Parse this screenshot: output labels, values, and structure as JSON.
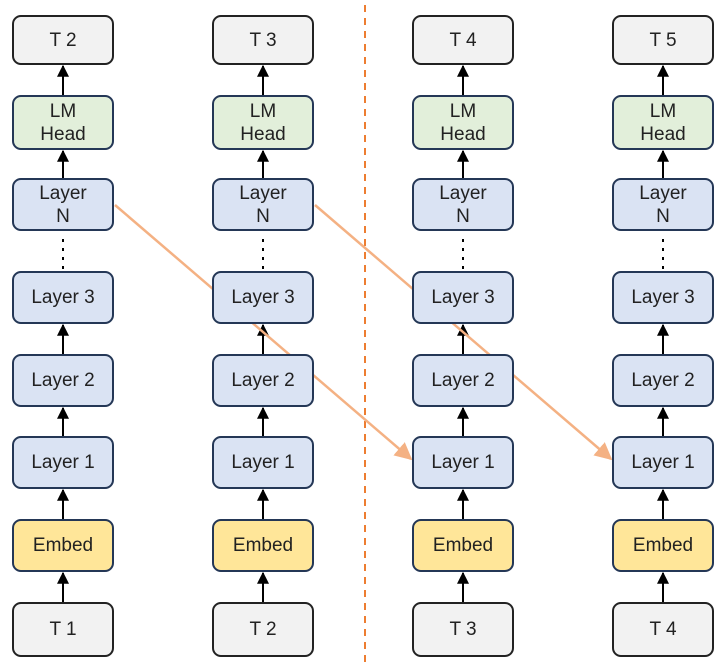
{
  "columns": [
    {
      "output_token": "T 2",
      "head_label": "LM\nHead",
      "layer_n_label": "Layer\nN",
      "layer_labels": [
        "Layer 3",
        "Layer 2",
        "Layer 1"
      ],
      "embed_label": "Embed",
      "input_token": "T 1"
    },
    {
      "output_token": "T 3",
      "head_label": "LM\nHead",
      "layer_n_label": "Layer\nN",
      "layer_labels": [
        "Layer 3",
        "Layer 2",
        "Layer 1"
      ],
      "embed_label": "Embed",
      "input_token": "T 2"
    },
    {
      "output_token": "T 4",
      "head_label": "LM\nHead",
      "layer_n_label": "Layer\nN",
      "layer_labels": [
        "Layer 3",
        "Layer 2",
        "Layer 1"
      ],
      "embed_label": "Embed",
      "input_token": "T 3"
    },
    {
      "output_token": "T 5",
      "head_label": "LM\nHead",
      "layer_n_label": "Layer\nN",
      "layer_labels": [
        "Layer 3",
        "Layer 2",
        "Layer 1"
      ],
      "embed_label": "Embed",
      "input_token": "T 4"
    }
  ],
  "colors": {
    "border": "#243756",
    "token_fill": "#f2f2f2",
    "head_fill": "#e2efda",
    "layer_fill": "#dae3f3",
    "embed_fill": "#ffe699",
    "connector": "#f4b183",
    "divider": "#ed7d31"
  }
}
